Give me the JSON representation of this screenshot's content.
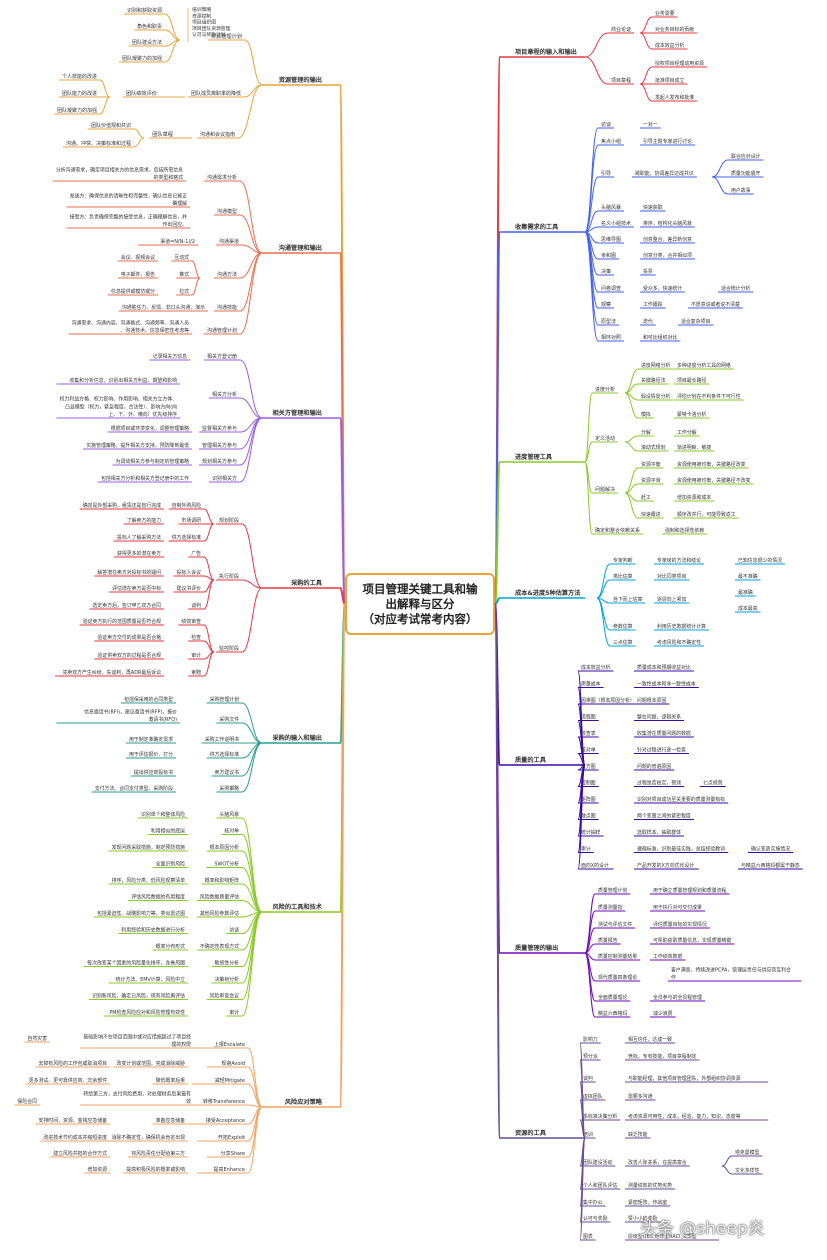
{
  "center": {
    "title": "项目管理关键工具和输\n出解释与区分\n（对应考试常考内容）"
  },
  "watermark": "头条 @sheep炎",
  "colors": {
    "resource_mgmt": "#e8a33c",
    "comm": "#e76f51",
    "stake": "#9b5de5",
    "procure": "#e63946",
    "proc_io": "#2a9d8f",
    "risk_tools": "#8ac926",
    "risk_resp": "#f4a261",
    "charter": "#e63946",
    "collect": "#4361ee",
    "progress": "#8ac926",
    "cost": "#00a6d6",
    "quality": "#3a0ca3",
    "quality_mgmt": "#7209b7",
    "resource_tools": "#6a4c93"
  },
  "branches": {
    "resource_mgmt_out": {
      "title": "资源管理的输出",
      "items": [
        {
          "label": "资源管理计划",
          "leaves": [
            "识别和获取资源",
            "角色和职责",
            "团队建设方法",
            "团队凝聚力的加强"
          ],
          "notes": [
            "培训策略",
            "资源控制",
            "项目组织图",
            "项目团队资源管理",
            "认可与奖励计划"
          ]
        },
        {
          "label": "团队绩效评价",
          "leaves": [
            "个人技能的改进",
            "团队能力的改进",
            "团队凝聚力的加强"
          ],
          "extra": "团队成员离职率的降低"
        },
        {
          "label": "团队章程",
          "leaves": [
            "团队价值观和共识",
            "沟通、冲突、决策标准和过程"
          ],
          "extra": "沟通和会议指南"
        }
      ]
    },
    "comm_out": {
      "title": "沟通管理和输出",
      "items": [
        {
          "label": "沟通需求分析",
          "text": "分析沟通需求，确定项目相关方的信息需求，包括所需信息的类型和格式"
        },
        {
          "label": "沟通模型",
          "texts": [
            "发送方：确保信息的清晰性和完整性，确认信息已被正确理解",
            "接受方：负责确保完整的接受信息，正确理解信息，并作出回应。"
          ]
        },
        {
          "label": "沟通渠道",
          "text": "渠道=N(N-1)/2"
        },
        {
          "label": "沟通方法",
          "pairs": [
            [
              "会议、视频会议",
              "互动式"
            ],
            [
              "电子邮件、报告",
              "推式"
            ],
            [
              "信息提供或模仿或分",
              "拉式"
            ]
          ]
        },
        {
          "label": "沟通技能",
          "text": "沟通胜任力、反馈、非口头沟通、演示"
        },
        {
          "label": "沟通管理计划",
          "text": "沟通需求、沟通内容、沟通格式、沟通频率、沟通人员、沟通技术、信息保密性考虑等"
        }
      ]
    },
    "stake_out": {
      "title": "相关方管理和输出",
      "items": [
        {
          "label": "相关方登记册",
          "text": "记录相关方信息"
        },
        {
          "label": "相关方分析",
          "texts": [
            "收集和分析信息，识别出相关方利益、期望和影响",
            "权力利益方格、权力影响、作用影响、相关方立方体、凸显模型（权力，紧急程度，合法性）、影响方向(向上、下、外、横向）优先级排序"
          ]
        },
        {
          "label": "监督相关方参与",
          "text": "根据项目或环境变化，调整管理策略"
        },
        {
          "label": "管理相关方参与",
          "text": "实施管理策略，提升相关方支持，预防降到最低"
        },
        {
          "label": "规划相关方参与",
          "text": "为调动相关方参与制定的管理策略"
        },
        {
          "label": "识别相关方",
          "text": "包括相关方分析和相关方登记册中的工作"
        }
      ]
    },
    "procure_tools": {
      "title": "采购的工具",
      "groups": [
        {
          "label": "规划阶段",
          "pairs": [
            [
              "确定是外部采购，租赁还是自行完成",
              "自制外购风险"
            ],
            [
              "了解卖方的能力",
              "市场调研"
            ],
            [
              "投标人了解采购方法",
              "供方选择标准"
            ]
          ]
        },
        {
          "label": "执行阶段",
          "pairs": [
            [
              "获得更多的潜在卖方",
              "广告"
            ],
            [
              "解答潜在卖方对投标书的疑问",
              "投标人会议"
            ],
            [
              "评估潜在卖方是否中标",
              "建议书评价"
            ],
            [
              "选定卖方后，签订甲乙双方合同",
              "谈判"
            ]
          ]
        },
        {
          "label": "监控阶段",
          "pairs": [
            [
              "验证卖方执行的范围质量是否符合规",
              "绩效审查"
            ],
            [
              "验证卖方交付的成果是否合格",
              "检查"
            ],
            [
              "验证供卖双方的过程是否合规",
              "审计"
            ],
            [
              "买卖双方产生纠纷，先谈判，再ADR最后诉讼",
              "索赔"
            ]
          ]
        }
      ]
    },
    "proc_io": {
      "title": "采购的输入和输出",
      "pairs": [
        [
          "包括保采用的合同类型",
          "采购管理计划"
        ],
        [
          "信息邀请书(RFI)，建议邀请书(RFP)，报价邀请书(RFQ)",
          "采购文件"
        ],
        [
          "用于制定准确定需求",
          "采购工作说明书"
        ],
        [
          "用于评估报价、打分",
          "供方选择标准"
        ],
        [
          "提出供应商投标书",
          "卖方建议书"
        ],
        [
          "支付方法、合同支付类型、采购阶段",
          "采购策略"
        ]
      ]
    },
    "risk_tools": {
      "title": "风险的工具和技术",
      "pairs": [
        [
          "识别单个和整体风险",
          "头脑风暴"
        ],
        [
          "利用相似的底层",
          "核对单"
        ],
        [
          "发现问题采取措施，制定预防措施",
          "根本原因分析"
        ],
        [
          "全面识别风险",
          "SWOT分析"
        ],
        [
          "排序，风险分类、低风险观察清单",
          "概率和影响矩阵"
        ],
        [
          "评估风险数据的有用程度",
          "风险数据质量评估"
        ],
        [
          "包括紧迫性、战略影响力等，类似雷达图",
          "其他风险参数评估"
        ],
        [
          "利用经验和历史数据进行分析",
          "访谈"
        ],
        [
          "概率分布形式",
          "不确定性表现方式"
        ],
        [
          "每次改变某个因素的风险量化排序，龙卷风图",
          "敏感性分析"
        ],
        [
          "统计方法、EMV计算、风险中立",
          "决策树分析"
        ],
        [
          "识别新风险，确定已风险，现有风险再评估",
          "风险审查会议"
        ],
        [
          "PM检查风险应对和风险管理有效性",
          "审计"
        ]
      ]
    },
    "risk_resp": {
      "title": "风险应对策略",
      "items": [
        {
          "label": "上报Escalate",
          "text": "基础影响不在项目范围中或对应措施超过了项目经理的权限",
          "left": "自然灾害"
        },
        {
          "label": "规避Avoid",
          "text": "改变计划或范围，完成消除威胁",
          "left": "去掉有风险的工作包或取消项目"
        },
        {
          "label": "减轻Mitigate",
          "text": "降低概率后果",
          "left": "更多测试、更可靠供应商、冗余部件"
        },
        {
          "label": "转移Transference",
          "text": "转给第三方，支付风险费用，对处理财务后果最有效",
          "left": "保险合同"
        },
        {
          "label": "接受Acceptance",
          "text": "准备应急储备",
          "left": "安排时间、资源、金钱应急储备"
        },
        {
          "label": "开拓Exploit",
          "text": "消除不确定性，确保机会肯定出现",
          "left": "改进技术节约成本并缩短进度"
        },
        {
          "label": "分享Share",
          "text": "将风险责任分配给第三方",
          "left": "建立风险共担的合作方式"
        },
        {
          "label": "提高Enhance",
          "text": "提高积极风险的概率或影响",
          "left": "增加资源"
        }
      ]
    },
    "charter_in": {
      "title": "项目章程的输入和输出",
      "groups": [
        {
          "label": "商业论证",
          "leaves": [
            "业务需要",
            "对业务目标的贡献",
            "成本效益分析"
          ]
        },
        {
          "label": "项目章程",
          "leaves": [
            "授权项目经理动用资源",
            "批准项目成立",
            "发起人发布和批准"
          ]
        }
      ]
    },
    "collect": {
      "title": "收集需求的工具",
      "items": [
        [
          "访谈",
          "一对一"
        ],
        [
          "焦点小组",
          "引导主题专家进行讨论"
        ],
        [
          "引导",
          "跨职能，协调差异达成共识"
        ],
        [
          "头脑风暴",
          "快速获取"
        ],
        [
          "名义小组技术",
          "排序，结构化头脑风暴"
        ],
        [
          "思维导图",
          "创意整合，差异新创意"
        ],
        [
          "亲和图",
          "创意分类，合并相似项"
        ],
        [
          "决策",
          "投票"
        ],
        [
          "问卷调查",
          "受众多，快速统计"
        ],
        [
          "观察",
          "工作跟踪"
        ],
        [
          "原型法",
          "迭代"
        ],
        [
          "相环对照",
          "和可比组织对比"
        ]
      ],
      "sub": {
        "guide": [
          "联合应对设计",
          "质量功能展开",
          "用户故事"
        ],
        "survey": "适合统计分析",
        "observe": "不愿意说或者说不清楚",
        "proto": "适合复杂项目"
      }
    },
    "progress": {
      "title": "进度管理工具",
      "groups": [
        {
          "label": "进度分析",
          "pairs": [
            [
              "进度网络分析",
              "多种进度分析工具的网络"
            ],
            [
              "关键路径法",
              "项目最长路径"
            ],
            [
              "假设情景分析",
              "评估计划在不利条件下可行性"
            ],
            [
              "模拟",
              "蒙特卡洛分析"
            ]
          ]
        },
        {
          "label": "定义活动",
          "pairs": [
            [
              "分解",
              "工作分解"
            ],
            [
              "滚动式规划",
              "渐进明晰、敏捷"
            ]
          ]
        },
        {
          "label": "问题解决",
          "pairs": [
            [
              "资源平衡",
              "资源使用被均衡，关键路径改变"
            ],
            [
              "资源平滑",
              "资源使用被均衡，关键路径不改变"
            ],
            [
              "赶工",
              "增加资源和成本"
            ],
            [
              "快速跟进",
              "顺序改并行，可能导致返工"
            ]
          ]
        },
        {
          "label": "确定和整合依赖关系",
          "text": "强制和选择性依赖"
        }
      ]
    },
    "cost": {
      "title": "成本&进度5种估算方法",
      "items": [
        [
          "专家判断",
          "专家级的方法和结论",
          "已知信息很少的情况"
        ],
        [
          "类比估算",
          "对比同类项目",
          "最不准确"
        ],
        [
          "自下而上估算",
          "逐层向上累加",
          "最准确 / 成本最高"
        ],
        [
          "参数估算",
          "利用历史数据统计计算"
        ],
        [
          "三点估算",
          "考虑风险和不确定性"
        ]
      ]
    },
    "quality": {
      "title": "质量的工具",
      "items": [
        [
          "成本效益分析",
          "质量成本和预期收益对比"
        ],
        [
          "质量成本",
          "一致性成本和非一致性成本"
        ],
        [
          "因果图（根本原因分析）",
          "问题根本原因"
        ],
        [
          "流程图",
          "整在问题，逻辑关系"
        ],
        [
          "核查表",
          "收集潜在质量问题的数据"
        ],
        [
          "核对单",
          "针对过程进行逐一检查"
        ],
        [
          "直方图",
          "问题的普遍原因"
        ],
        [
          "控制图",
          "过程是否稳定，预测",
          "七点规则"
        ],
        [
          "矩阵图",
          "识别对项目成功至关重要的质量测量指标"
        ],
        [
          "散点图",
          "两个变量之间的紧密程度"
        ],
        [
          "统计抽样",
          "选取样本，抽取群体"
        ],
        [
          "审计",
          "遵循标准，识别最佳实践，总结经验教训",
          "确认变更实施情况"
        ],
        [
          "面向X的设计",
          "产品开发的X方向优化设计",
          "与精益六西格玛都属于静态"
        ]
      ]
    },
    "quality_mgmt": {
      "title": "质量管理的输出",
      "items": [
        [
          "质量管理计划",
          "用于确立质量管理规划和质量流程"
        ],
        [
          "质量测量指",
          "用于执行对可交付成果"
        ],
        [
          "测试与评估文件",
          "评估质量目标的实现情况"
        ],
        [
          "质量报告",
          "可帮助获取质量信息，实现质量精键"
        ],
        [
          "质量控制测量结果",
          "工作绩效数据"
        ],
        [
          "现代质量四条理论",
          "客户满意，持续改进PCPA，管理层责任与供应商互利合作"
        ],
        [
          "全面质量理论",
          "全员参与的全员程管理"
        ],
        [
          "精益六西格玛",
          "减少浪费"
        ]
      ]
    },
    "resource_tools": {
      "title": "资源的工具",
      "items": [
        [
          "影响力",
          "相互信任，达成一致"
        ],
        [
          "预分派",
          "竞标，专有技能，项目章程制定"
        ],
        [
          "谈判",
          "与职能经理，其他项目管理团队，外部组织协调资源"
        ],
        [
          "虚拟团队",
          "需要多沟通"
        ],
        [
          "多标准决策分析",
          "考虑资源可用性，成本，经验，能力，知识，态度等"
        ],
        [
          "培训",
          "缺乏技能"
        ],
        [
          "团队建设活动",
          "改善人际关系，在提高富合"
        ],
        [
          "个人和团队评估",
          "测量绩效的优势劣势"
        ],
        [
          "集中办公",
          "紧密矩阵，作战室"
        ],
        [
          "认可与奖励",
          "赞小小的奖励"
        ],
        [
          "图表",
          "层级型OBS,矩阵型RACI,文本型"
        ]
      ],
      "sub": [
        "塔克曼模型",
        "文化多样性"
      ]
    }
  }
}
